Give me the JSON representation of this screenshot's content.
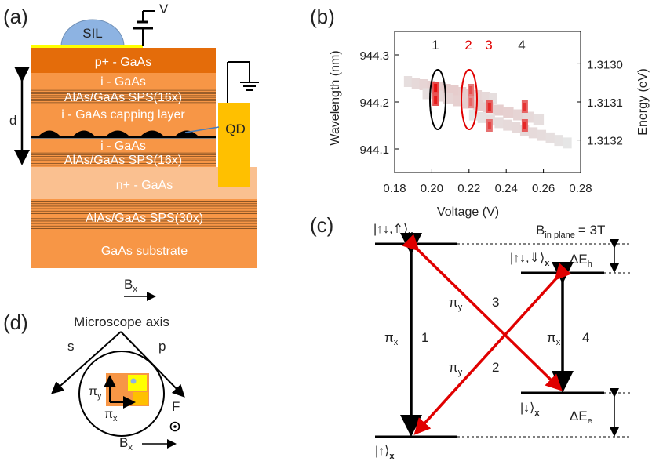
{
  "panels": {
    "a": {
      "label": "(a)",
      "sil": "SIL",
      "voltage": "V",
      "layers": [
        "p+  - GaAs",
        "i - GaAs",
        "AlAs/GaAs SPS(16x)",
        "i - GaAs capping layer",
        "i - GaAs",
        "AlAs/GaAs SPS(16x)",
        "n+ - GaAs",
        "AlAs/GaAs SPS(30x)",
        "GaAs substrate"
      ],
      "qd": "QD",
      "d": "d",
      "field": {
        "b": "B",
        "sub": "x"
      },
      "colors": {
        "p_gaas": "#e46c0a",
        "i_gaas": "#f79646",
        "n_gaas": "#fac090",
        "contact": "#ffc000",
        "sil": "#8db3e2"
      }
    },
    "b": {
      "label": "(b)",
      "peaks": [
        {
          "id": "1",
          "color": "#000000"
        },
        {
          "id": "2",
          "color": "#e00000"
        },
        {
          "id": "3",
          "color": "#e00000"
        },
        {
          "id": "4",
          "color": "#000000"
        }
      ]
    },
    "c": {
      "label": "(c)",
      "field_label": "B",
      "field_sub": "in plane",
      "field_value": "= 3T",
      "states": {
        "top_left": "|↑↓,⇑⟩",
        "top_right": "|↑↓,⇓⟩",
        "bottom_right": "|↓⟩",
        "bottom_left": "|↑⟩",
        "basis_sub": "x"
      },
      "splittings": [
        {
          "base": "ΔE",
          "sub": "h"
        },
        {
          "base": "ΔE",
          "sub": "e"
        }
      ],
      "transitions": [
        {
          "id": "1",
          "pol": "π",
          "pol_sub": "x",
          "color": "#000000"
        },
        {
          "id": "2",
          "pol": "π",
          "pol_sub": "y",
          "color": "#e00000"
        },
        {
          "id": "3",
          "pol": "π",
          "pol_sub": "y",
          "color": "#e00000"
        },
        {
          "id": "4",
          "pol": "π",
          "pol_sub": "x",
          "color": "#000000"
        }
      ]
    },
    "d": {
      "label": "(d)",
      "title": "Microscope axis",
      "s": "s",
      "p": "p",
      "F": "F",
      "pol_y": {
        "base": "π",
        "sub": "y"
      },
      "pol_x": {
        "base": "π",
        "sub": "x"
      },
      "field": {
        "b": "B",
        "sub": "x"
      }
    }
  },
  "chart_data": {
    "type": "heatmap",
    "xlabel": "Voltage (V)",
    "ylabel": "Wavelength (nm)",
    "y2label": "Energy (eV)",
    "x_ticks": [
      "0.18",
      "0.20",
      "0.22",
      "0.24",
      "0.26",
      "0.28"
    ],
    "y_ticks": [
      "944.3",
      "944.2",
      "944.1"
    ],
    "y2_ticks": [
      "1.3130",
      "1.3131",
      "1.3132"
    ],
    "xlim": [
      0.18,
      0.28
    ],
    "ylim": [
      944.05,
      944.35
    ],
    "bands": [
      {
        "x0": 0.185,
        "x1": 0.235,
        "y_start": 944.245,
        "y_end": 944.205,
        "level": 0.2
      },
      {
        "x0": 0.195,
        "x1": 0.26,
        "y_start": 944.22,
        "y_end": 944.16,
        "level": 0.2
      },
      {
        "x0": 0.22,
        "x1": 0.275,
        "y_start": 944.175,
        "y_end": 944.11,
        "level": 0.15
      }
    ],
    "peaks": [
      {
        "v": 0.202,
        "wl": 944.23,
        "level": 0.95
      },
      {
        "v": 0.202,
        "wl": 944.205,
        "level": 0.9
      },
      {
        "v": 0.221,
        "wl": 944.225,
        "level": 0.7
      },
      {
        "v": 0.221,
        "wl": 944.2,
        "level": 0.6
      },
      {
        "v": 0.231,
        "wl": 944.19,
        "level": 0.85
      },
      {
        "v": 0.231,
        "wl": 944.15,
        "level": 0.75
      },
      {
        "v": 0.25,
        "wl": 944.19,
        "level": 0.8
      },
      {
        "v": 0.25,
        "wl": 944.15,
        "level": 0.85
      }
    ]
  }
}
